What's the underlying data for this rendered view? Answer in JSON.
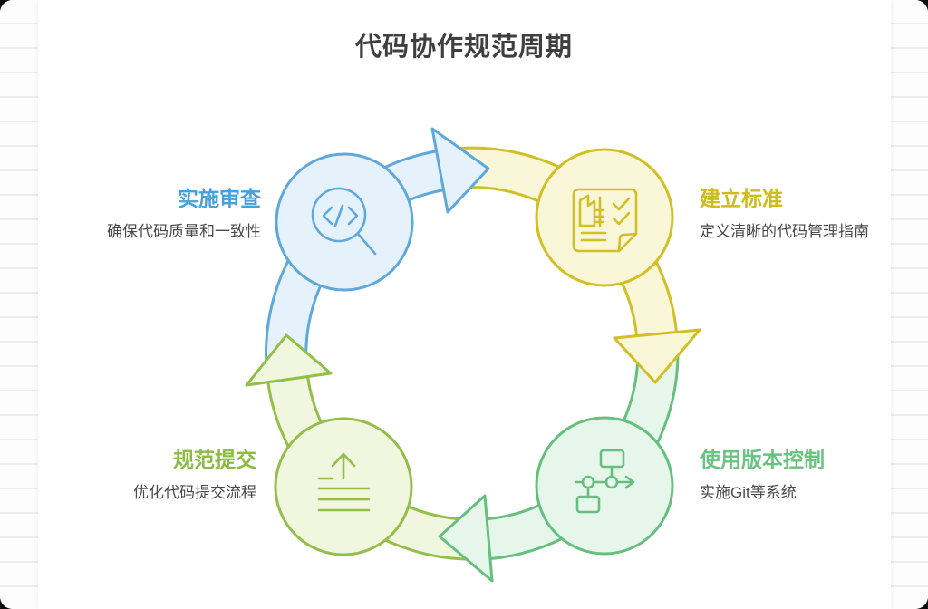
{
  "title": "代码协作规范周期",
  "colors": {
    "card_bg": "#ffffff",
    "stripe_line": "#ececec",
    "heading_text": "#3f3f3f",
    "desc_text": "#4a4a4a",
    "blue_stroke": "#5fa8db",
    "blue_fill": "#e6f2fb",
    "blue_text": "#47a0db",
    "yellow_stroke": "#d2be25",
    "yellow_fill": "#faf6d8",
    "yellow_text": "#cebb1c",
    "green_stroke": "#67bf7f",
    "green_fill": "#e6f6eb",
    "green_text": "#69c381",
    "olive_stroke": "#92be49",
    "olive_fill": "#f0f7de",
    "olive_text": "#8cbc3f"
  },
  "stages": [
    {
      "label": "实施审查",
      "description": "确保代码质量和一致性",
      "icon": "code-review-icon",
      "position": "top-left",
      "color": "blue"
    },
    {
      "label": "建立标准",
      "description": "定义清晰的代码管理指南",
      "icon": "standards-document-icon",
      "position": "top-right",
      "color": "yellow"
    },
    {
      "label": "使用版本控制",
      "description": "实施Git等系统",
      "icon": "version-control-icon",
      "position": "bottom-right",
      "color": "green"
    },
    {
      "label": "规范提交",
      "description": "优化代码提交流程",
      "icon": "commit-upload-icon",
      "position": "bottom-left",
      "color": "olive"
    }
  ]
}
